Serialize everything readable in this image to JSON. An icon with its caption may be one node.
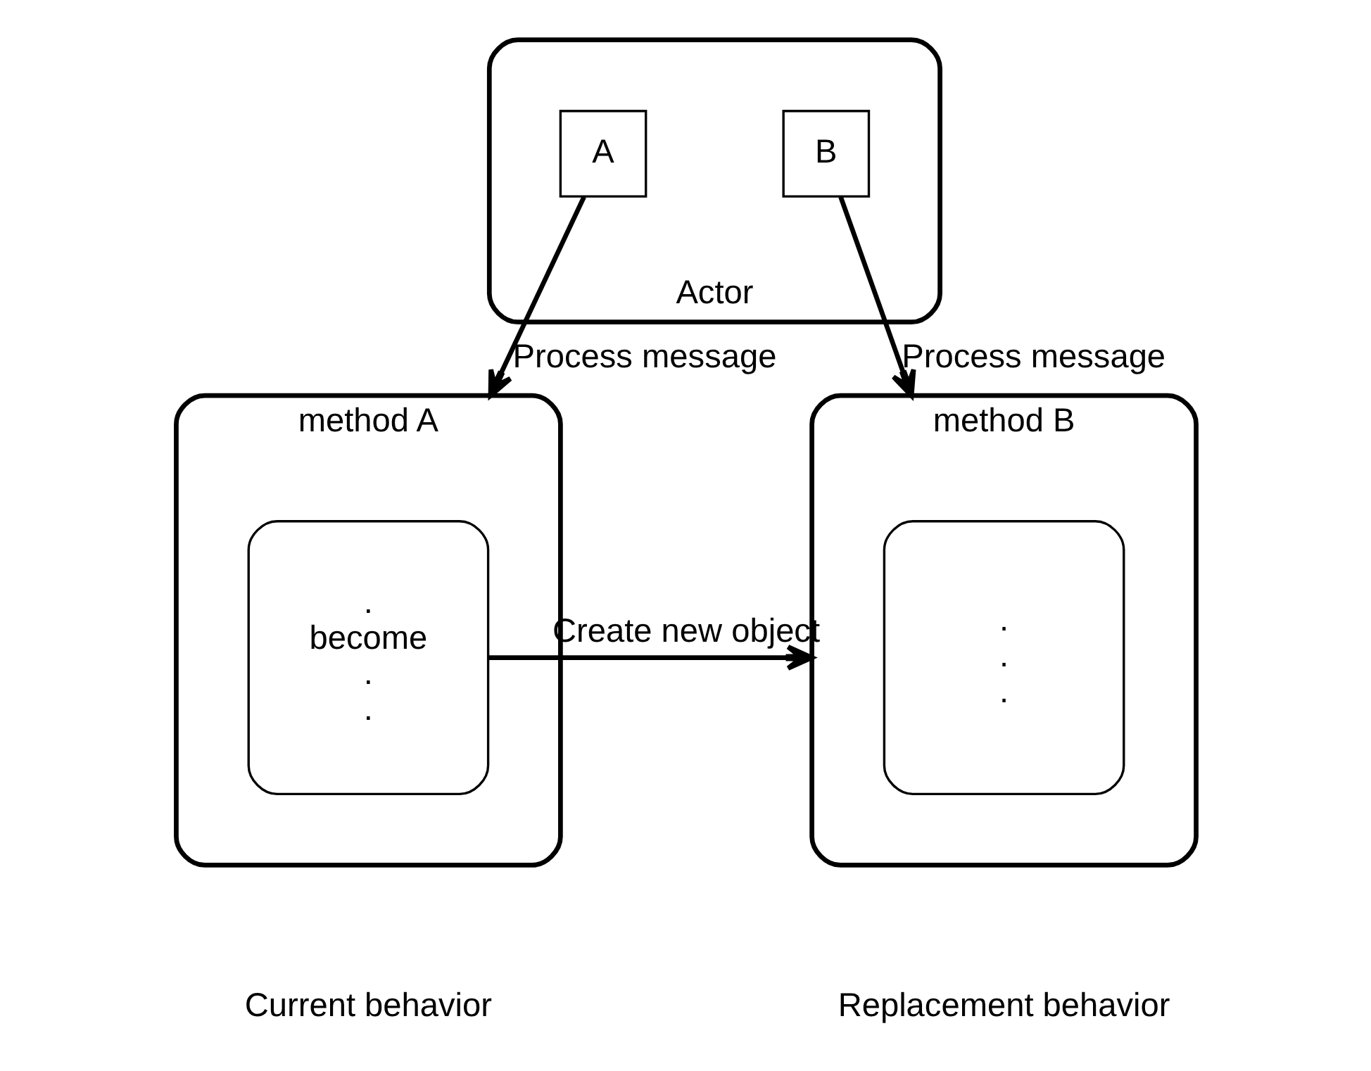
{
  "diagram": {
    "nodes": [
      {
        "text": [
          "Actor"
        ]
      },
      {
        "text": [
          "A"
        ],
        "in": 0
      },
      {
        "text": [
          "B"
        ],
        "in": 0
      },
      {
        "text": [
          "method A"
        ],
        "beside": [
          "Current behavior"
        ]
      },
      {
        "text": [
          ".",
          "become",
          ".",
          "."
        ],
        "in": 3
      },
      {
        "text": [
          "method B"
        ],
        "beside": [
          "Replacement behavior"
        ]
      },
      {
        "text": [
          ".",
          ".",
          "."
        ],
        "in": 5
      }
    ],
    "edges": [
      {
        "from": 1,
        "to": 3,
        "arrow": "to",
        "label": "Process message"
      },
      {
        "from": 2,
        "to": 5,
        "arrow": "to",
        "label": "Process message"
      },
      {
        "from": 4,
        "to": 5,
        "arrow": "to",
        "label": "Create new object"
      }
    ]
  }
}
